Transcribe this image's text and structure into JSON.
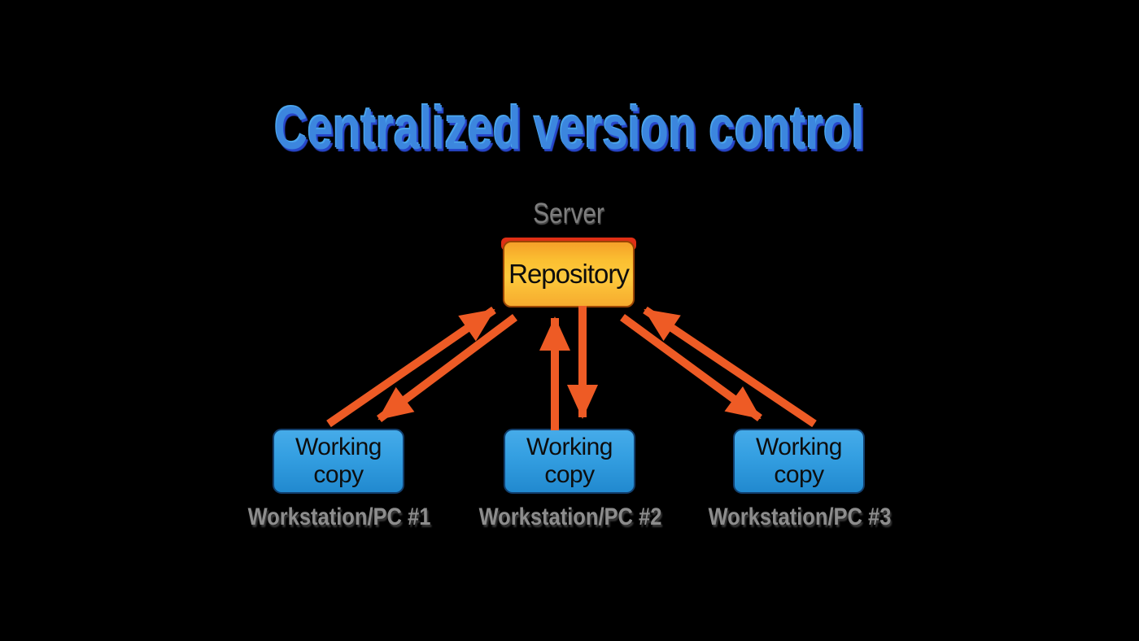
{
  "page": {
    "background_color": "#000000"
  },
  "title": {
    "text": "Centralized version control",
    "color": "#3c86de"
  },
  "diagram": {
    "arrow_color": "#ee5b25",
    "server": {
      "caption": "Server",
      "node": {
        "id": "repository",
        "label": "Repository",
        "fill_top": "#f5a029",
        "fill_mid": "#fdc93c",
        "border_color": "#9a4504",
        "accent_color": "#e02f15"
      }
    },
    "workstations": [
      {
        "node": {
          "id": "working-copy-1",
          "label": "Working copy"
        },
        "caption": "Workstation/PC #1"
      },
      {
        "node": {
          "id": "working-copy-2",
          "label": "Working copy"
        },
        "caption": "Workstation/PC #2"
      },
      {
        "node": {
          "id": "working-copy-3",
          "label": "Working copy"
        },
        "caption": "Workstation/PC #3"
      }
    ],
    "workstation_node_colors": {
      "fill_top": "#46abe9",
      "fill_bottom": "#2189cf",
      "border_color": "#123f6e"
    },
    "connections": [
      {
        "from": "working-copy-1",
        "to": "repository"
      },
      {
        "from": "repository",
        "to": "working-copy-1"
      },
      {
        "from": "working-copy-2",
        "to": "repository"
      },
      {
        "from": "repository",
        "to": "working-copy-2"
      },
      {
        "from": "working-copy-3",
        "to": "repository"
      },
      {
        "from": "repository",
        "to": "working-copy-3"
      }
    ]
  }
}
